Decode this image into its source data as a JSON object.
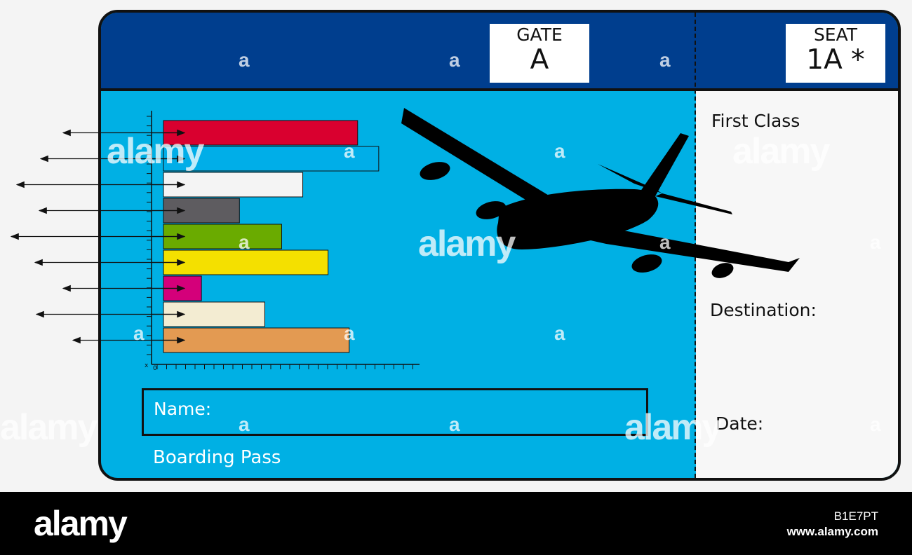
{
  "header": {
    "gate_label": "GATE",
    "gate_value": "A",
    "seat_label": "SEAT",
    "seat_value": "1A *"
  },
  "stub": {
    "class_label": "First Class",
    "destination_label": "Destination:",
    "date_label": "Date:"
  },
  "ticket": {
    "name_label": "Name:",
    "title": "Boarding Pass"
  },
  "colors": {
    "header_blue": "#003e8e",
    "ticket_cyan": "#00b0e4",
    "stub_white": "#f7f7f7"
  },
  "chart_data": {
    "type": "bar",
    "orientation": "horizontal",
    "x_axis_origin_label": "0",
    "y_axis_origin_label": "x",
    "values": [
      23,
      25.5,
      16.5,
      9,
      14,
      19.5,
      4.5,
      12,
      22
    ],
    "colors": [
      "#d9002f",
      "#00aee8",
      "#f4f4f4",
      "#5e5c60",
      "#6aab00",
      "#f4e000",
      "#d4007a",
      "#f3ecd2",
      "#e39a52"
    ],
    "xlim": [
      0,
      30
    ]
  },
  "watermark": {
    "letter": "a",
    "word": "alamy"
  },
  "footer": {
    "logo": "alamy",
    "image_id": "B1E7PT",
    "url": "www.alamy.com"
  }
}
